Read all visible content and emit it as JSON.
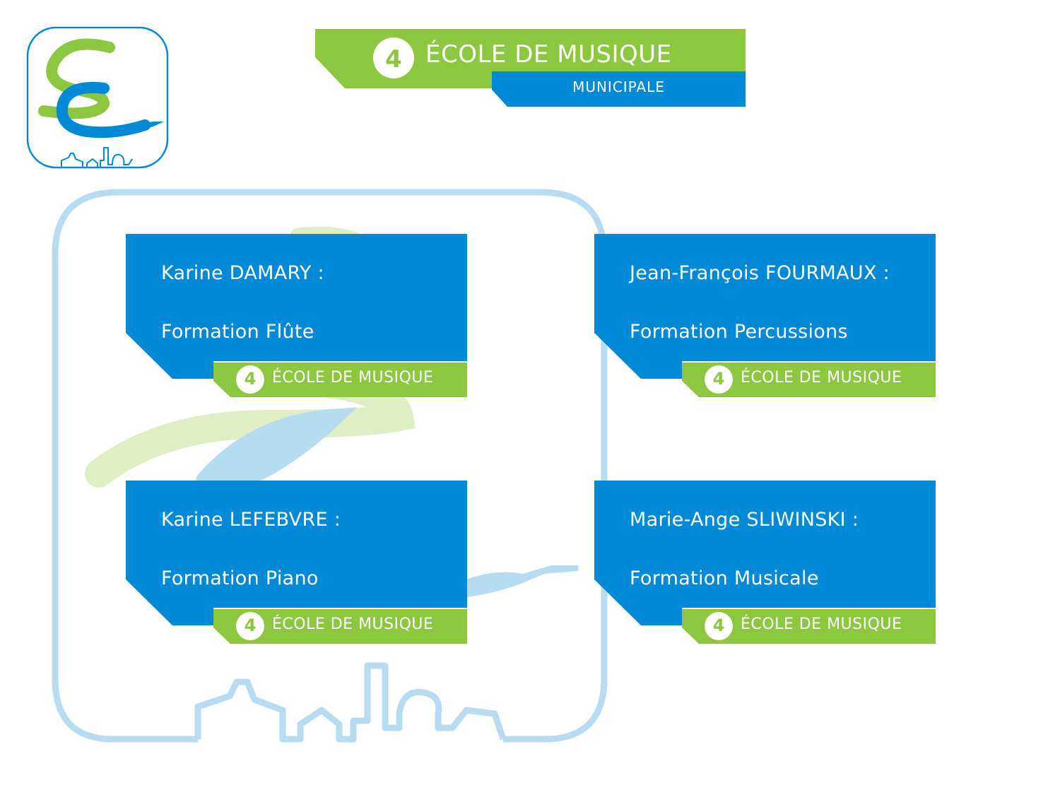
{
  "header": {
    "badge_number": "4",
    "title": "ÉCOLE DE MUSIQUE",
    "subtitle": "MUNICIPALE"
  },
  "colors": {
    "blue": "#0089d4",
    "green": "#8dc63f",
    "light_blue": "#b7dcf2",
    "light_green": "#dfeec5",
    "white": "#ffffff"
  },
  "cards": [
    {
      "name": "Karine DAMARY :",
      "course": "Formation Flûte",
      "tag_number": "4",
      "tag_label": "ÉCOLE DE MUSIQUE"
    },
    {
      "name": "Jean-François FOURMAUX :",
      "course": "Formation Percussions",
      "tag_number": "4",
      "tag_label": "ÉCOLE DE MUSIQUE"
    },
    {
      "name": "Karine LEFEBVRE :",
      "course": "Formation Piano",
      "tag_number": "4",
      "tag_label": "ÉCOLE DE MUSIQUE"
    },
    {
      "name": "Marie-Ange SLIWINSKI :",
      "course": "Formation Musicale",
      "tag_number": "4",
      "tag_label": "ÉCOLE DE MUSIQUE"
    }
  ]
}
